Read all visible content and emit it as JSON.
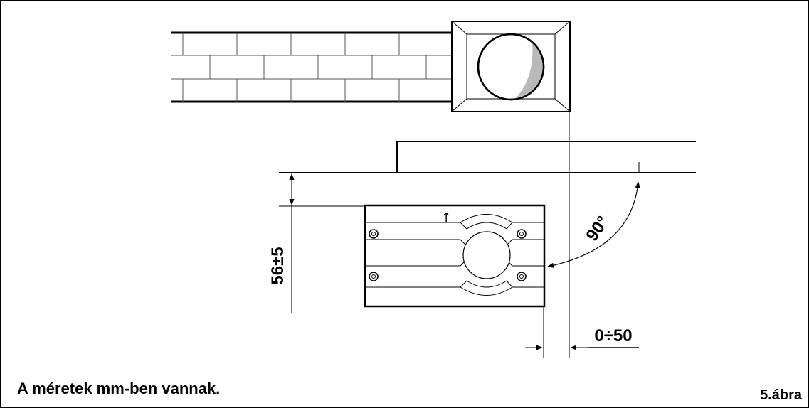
{
  "dimensions": {
    "clearance": "56±5",
    "offset": "0÷50",
    "angle": "90°"
  },
  "footer": {
    "note": "A méretek mm-ben vannak.",
    "figure": "5.ábra"
  },
  "symbols": {
    "direction_arrow": "↑"
  }
}
